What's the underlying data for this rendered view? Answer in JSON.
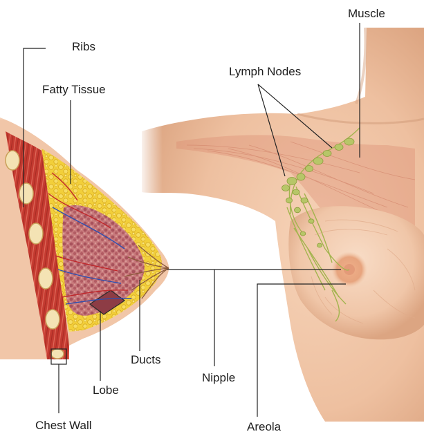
{
  "labels": {
    "muscle": "Muscle",
    "ribs": "Ribs",
    "lymph_nodes": "Lymph Nodes",
    "fatty_tissue": "Fatty Tissue",
    "ducts": "Ducts",
    "nipple": "Nipple",
    "lobe": "Lobe",
    "chest_wall": "Chest Wall",
    "areola": "Areola"
  },
  "colors": {
    "skin": "#f0c4a4",
    "muscle_red": "#c8372f",
    "fat_yellow": "#f2cf3a",
    "lobule_pink": "#b7626a",
    "lymph_green": "#a9b85a",
    "areola": "#e3a27c",
    "leader_line": "#222222"
  }
}
